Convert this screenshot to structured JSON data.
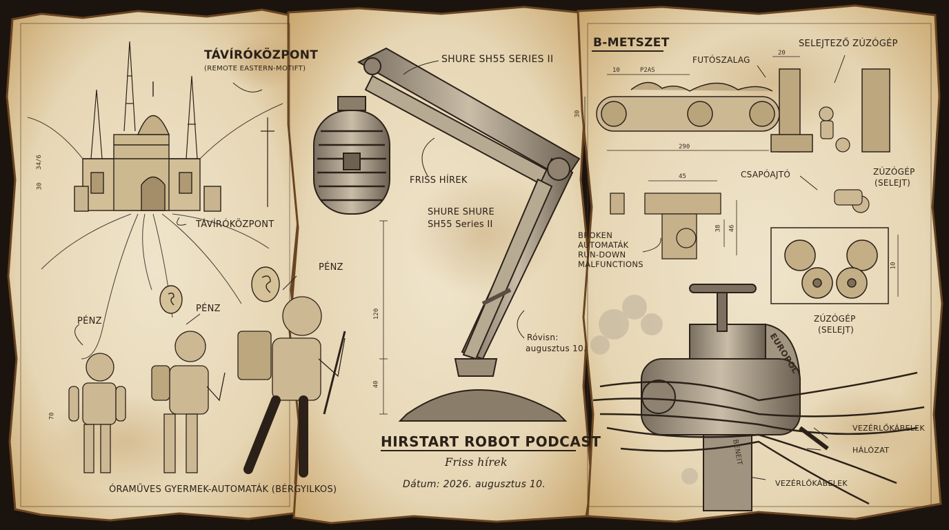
{
  "colors": {
    "paper": "#e9dcc0",
    "paper_edge": "#b88d52",
    "burn": "#5a3a1a",
    "ink": "#2b2118",
    "ink_light": "#6b5a45"
  },
  "left_panel": {
    "telegraph_title": "TÁVÍRÓKÖZPONT",
    "telegraph_subtitle": "(REMOTE EASTERN-MOTIFT)",
    "telegraph_label_2": "TÁVÍRÓKÖZPONT",
    "money_label_1": "PÉNZ",
    "money_label_2": "PÉNZ",
    "money_label_3": "PÉNZ",
    "automata_caption": "ÓRAMŰVES GYERMEK-AUTOMATÁK (BÉRGYILKOS)",
    "dim_tower": "34/6",
    "dim_left": "30",
    "dim_robot_height": "70"
  },
  "center_panel": {
    "mic_model_top": "SHURE SH55 SERIES II",
    "friss_hirek_label": "FRISS HÍREK",
    "mic_model_mid_1": "SHURE SHURE",
    "mic_model_mid_2": "SH55 Series II",
    "date_note_1": "Róvisn:",
    "date_note_2": "augusztus 10.",
    "dim_arm_120": "120",
    "dim_arm_40": "40",
    "podcast_title": "HIRSTART ROBOT PODCAST",
    "podcast_subtitle": "Friss hírek",
    "podcast_date": "Dátum: 2026. augusztus 10."
  },
  "right_panel": {
    "section_title": "B-METSZET",
    "conveyor_label": "FUTÓSZALAG",
    "crusher_title": "SELEJTEZŐ ZÚZÓGÉP",
    "dim_20": "20",
    "dim_10": "10",
    "dim_p2as": "P2AS",
    "dim_30": "30",
    "dim_290": "290",
    "dim_45": "45",
    "dim_38": "38",
    "dim_46": "46",
    "dim_10b": "10",
    "trapdoor_label": "CSAPÓAJTÓ",
    "crusher_label_1a": "ZÚZÓGÉP",
    "crusher_label_1b": "(SELEJT)",
    "crusher_label_2a": "ZÚZÓGÉP",
    "crusher_label_2b": "(SELEJT)",
    "broken_1": "BROKEN",
    "broken_2": "AUTOMATÁK",
    "broken_3": "RUN-DOWN",
    "broken_4": "MALFUNCTIONS",
    "vise_brand": "EUROPOL",
    "vise_small_text": "BENEIT",
    "cables_label_1": "VEZÉRLŐKÁBELEK",
    "network_label": "HÁLÓZAT",
    "cables_label_2": "VEZÉRLŐKÁBELEK"
  }
}
